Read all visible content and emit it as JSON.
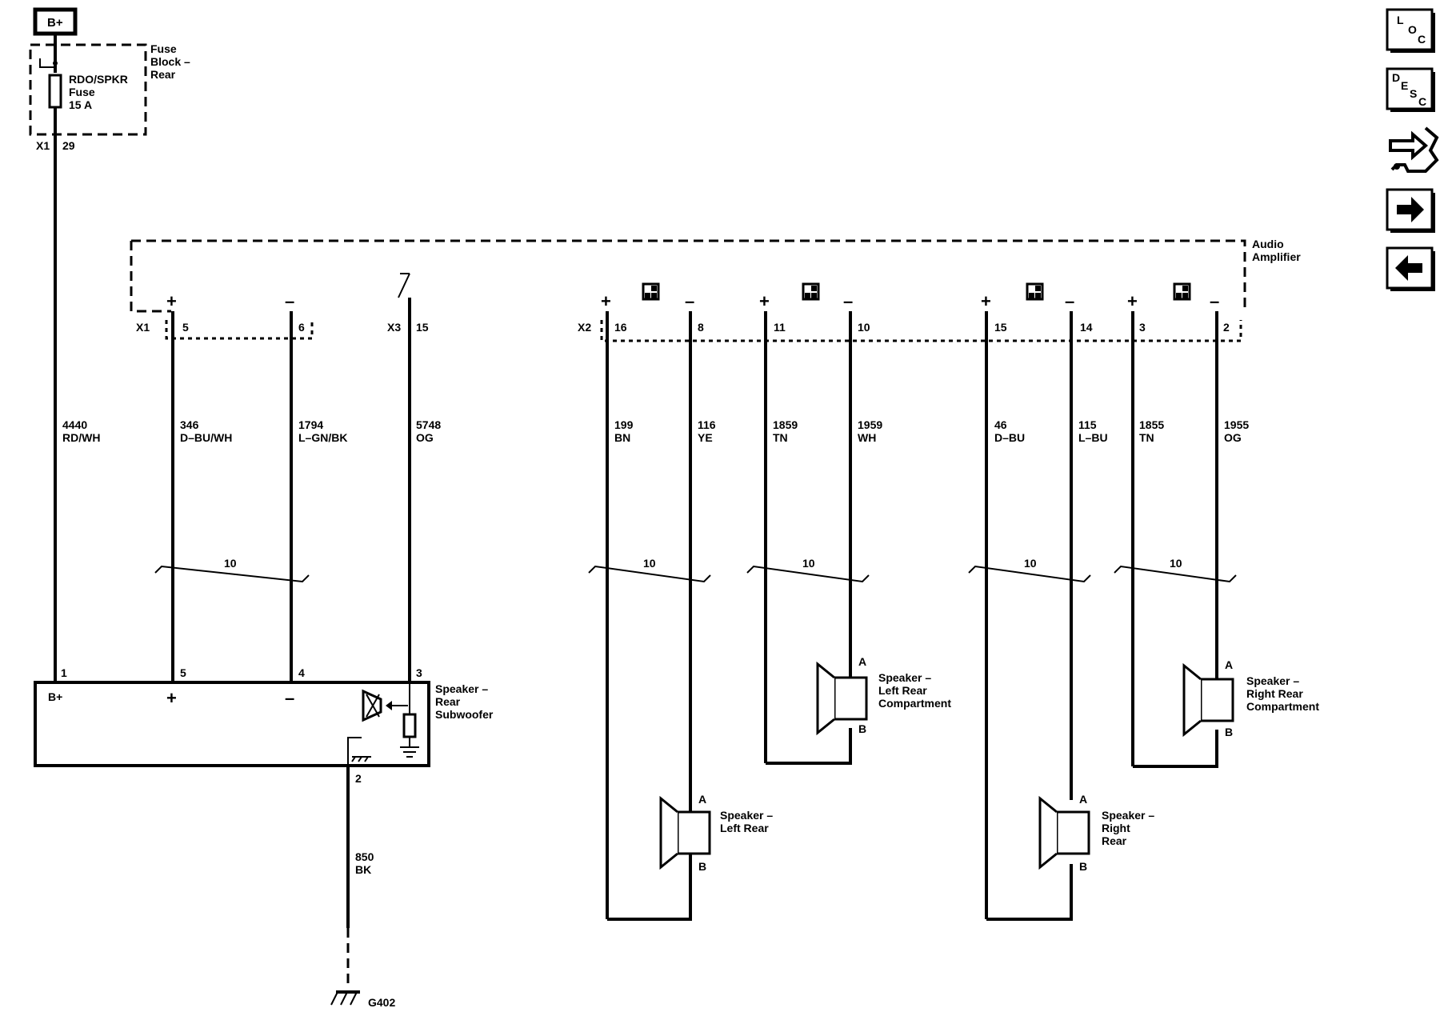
{
  "power": {
    "label": "B+"
  },
  "fuse_block": {
    "name_line1": "Fuse",
    "name_line2": "Block –",
    "name_line3": "Rear",
    "fuse_line1": "RDO/SPKR",
    "fuse_line2": "Fuse",
    "fuse_line3": "15 A",
    "connector": "X1",
    "pin": "29"
  },
  "amplifier": {
    "name_line1": "Audio",
    "name_line2": "Amplifier",
    "connectors": [
      "X1",
      "X3",
      "X2"
    ],
    "pins": [
      "5",
      "6",
      "15",
      "16",
      "8",
      "11",
      "10",
      "15",
      "14",
      "3",
      "2"
    ]
  },
  "wires": [
    {
      "circuit": "4440",
      "color": "RD/WH"
    },
    {
      "circuit": "346",
      "color": "D–BU/WH"
    },
    {
      "circuit": "1794",
      "color": "L–GN/BK"
    },
    {
      "circuit": "5748",
      "color": "OG"
    },
    {
      "circuit": "199",
      "color": "BN"
    },
    {
      "circuit": "116",
      "color": "YE"
    },
    {
      "circuit": "1859",
      "color": "TN"
    },
    {
      "circuit": "1959",
      "color": "WH"
    },
    {
      "circuit": "46",
      "color": "D–BU"
    },
    {
      "circuit": "115",
      "color": "L–BU"
    },
    {
      "circuit": "1855",
      "color": "TN"
    },
    {
      "circuit": "1955",
      "color": "OG"
    },
    {
      "circuit": "850",
      "color": "BK"
    }
  ],
  "twisted_pair_label": "10",
  "subwoofer": {
    "name_line1": "Speaker –",
    "name_line2": "Rear",
    "name_line3": "Subwoofer",
    "pins": [
      "1",
      "5",
      "4",
      "3",
      "2"
    ],
    "b_plus": "B+"
  },
  "speakers": [
    {
      "line1": "Speaker –",
      "line2": "Left Rear",
      "line3": "",
      "pin_a": "A",
      "pin_b": "B"
    },
    {
      "line1": "Speaker –",
      "line2": "Left Rear",
      "line3": "Compartment",
      "pin_a": "A",
      "pin_b": "B"
    },
    {
      "line1": "Speaker –",
      "line2": "Right",
      "line3": "Rear",
      "pin_a": "A",
      "pin_b": "B"
    },
    {
      "line1": "Speaker –",
      "line2": "Right Rear",
      "line3": "Compartment",
      "pin_a": "A",
      "pin_b": "B"
    }
  ],
  "ground": {
    "label": "G402"
  },
  "nav": {
    "loc": [
      "L",
      "O",
      "C"
    ],
    "desc": [
      "D",
      "E",
      "S",
      "C"
    ],
    "icons": [
      "connector-wrench-icon",
      "arrow-right-icon",
      "arrow-left-icon"
    ]
  }
}
